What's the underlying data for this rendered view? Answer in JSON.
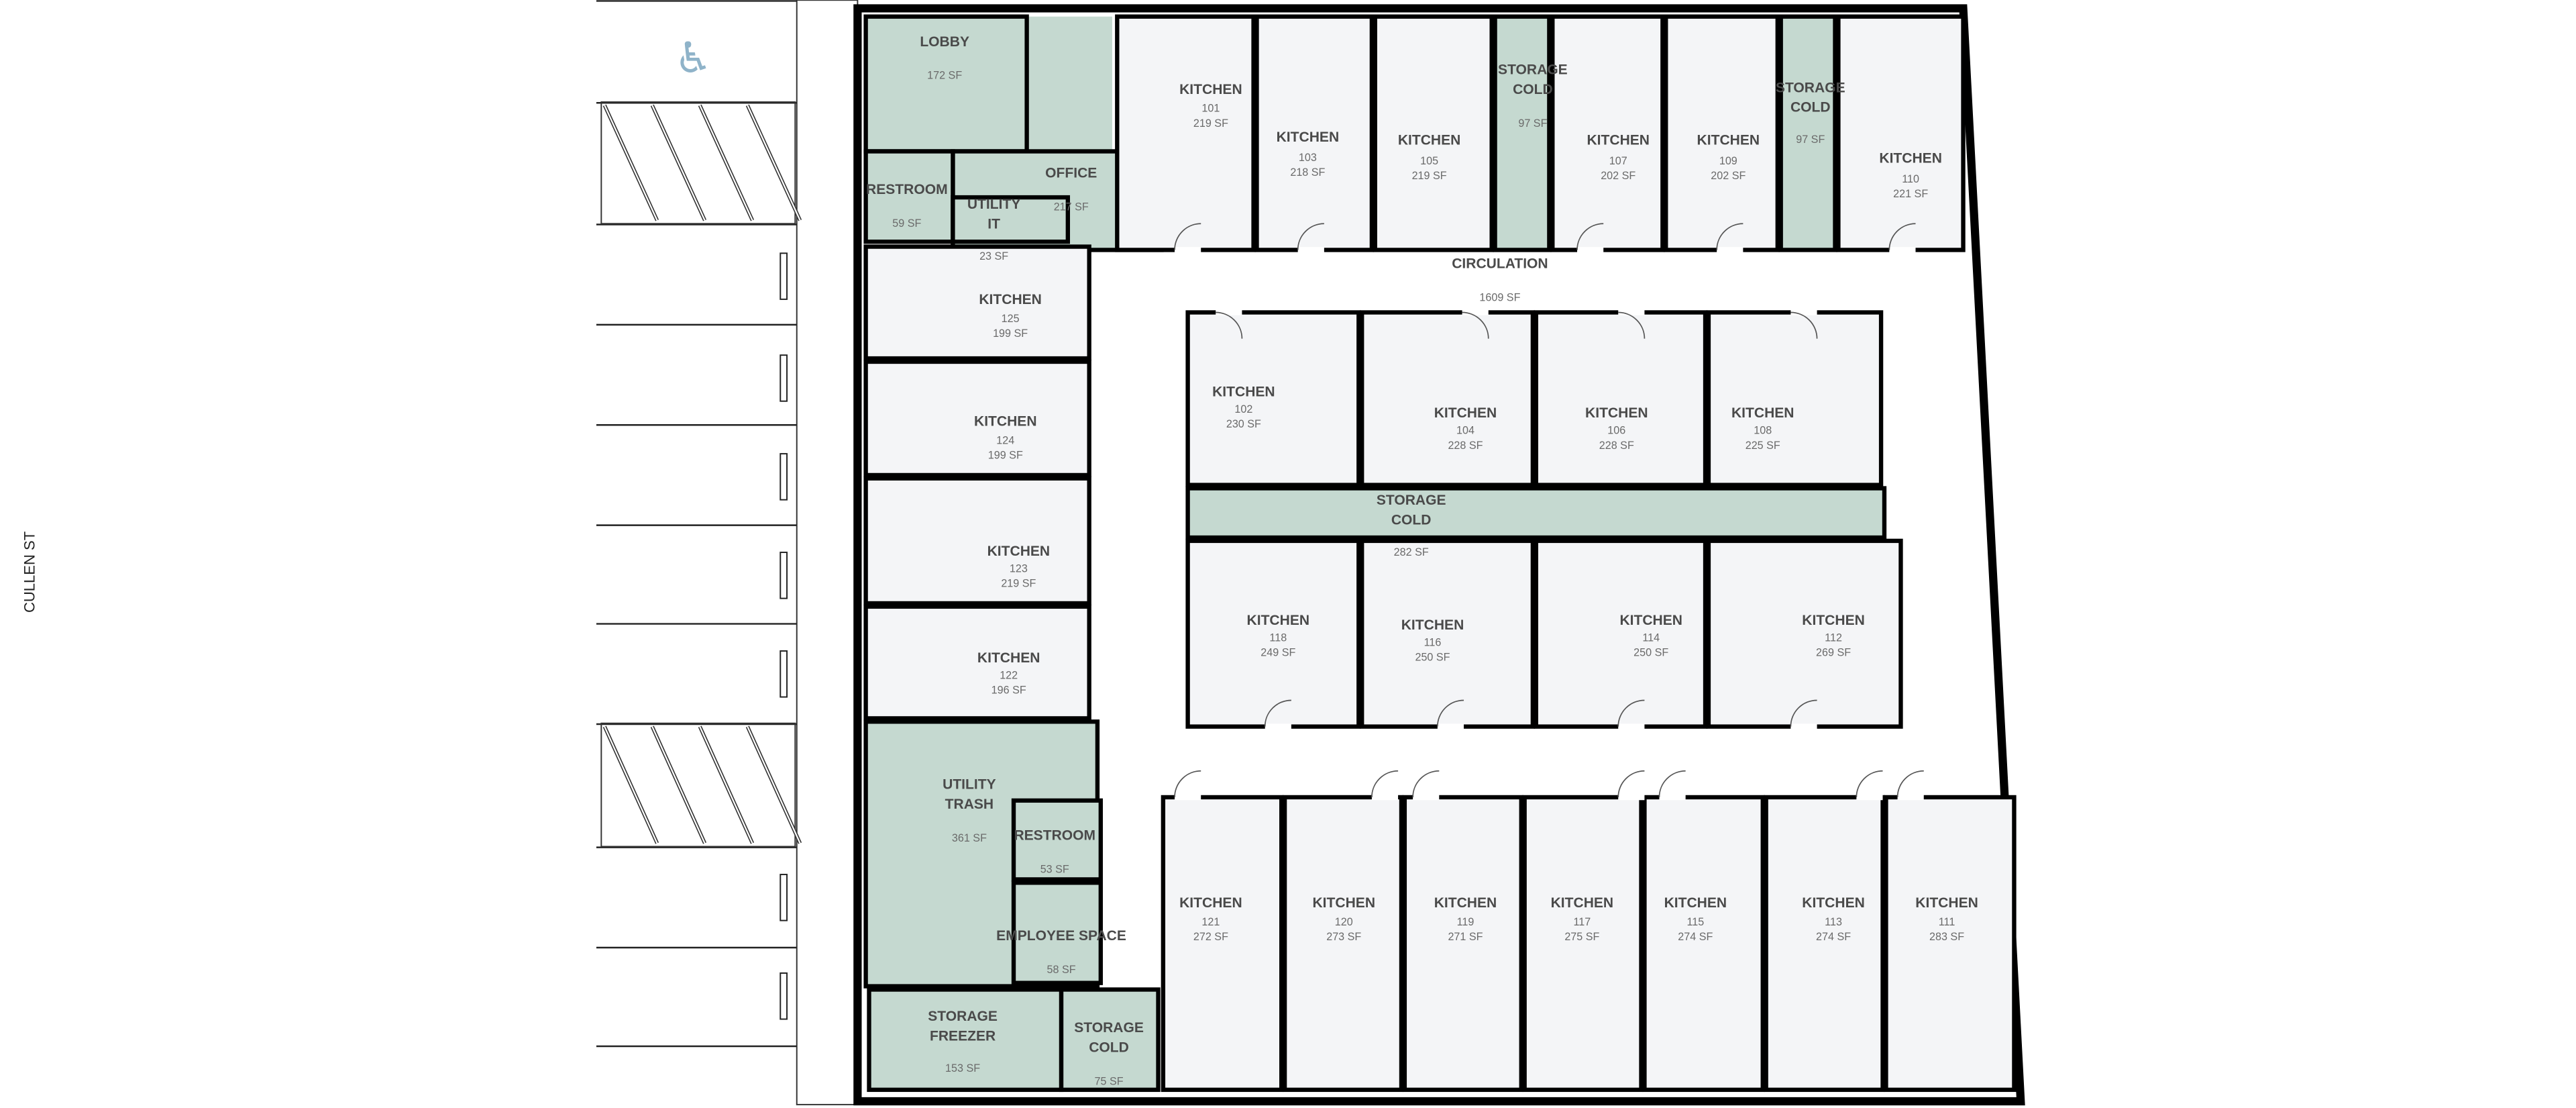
{
  "street_label": "CULLEN ST",
  "colors": {
    "support_space": "#c5d9d0",
    "kitchen": "#f4f5f7",
    "wall": "#000000",
    "text": "#4a4a4a",
    "accessible_icon": "#8fb3c9"
  },
  "icons": {
    "parking_accessible": "wheelchair-icon"
  },
  "rooms": [
    {
      "label": [
        "LOBBY"
      ],
      "number": "",
      "area": "172 SF",
      "type": "support"
    },
    {
      "label": [
        "OFFICE"
      ],
      "number": "",
      "area": "217 SF",
      "type": "support"
    },
    {
      "label": [
        "RESTROOM"
      ],
      "number": "",
      "area": "59 SF",
      "type": "support"
    },
    {
      "label": [
        "UTILITY",
        "IT"
      ],
      "number": "",
      "area": "23 SF",
      "type": "support"
    },
    {
      "label": [
        "KITCHEN"
      ],
      "number": "101",
      "area": "219 SF",
      "type": "kitchen"
    },
    {
      "label": [
        "KITCHEN"
      ],
      "number": "103",
      "area": "218 SF",
      "type": "kitchen"
    },
    {
      "label": [
        "KITCHEN"
      ],
      "number": "105",
      "area": "219 SF",
      "type": "kitchen"
    },
    {
      "label": [
        "STORAGE",
        "COLD"
      ],
      "number": "",
      "area": "97 SF",
      "type": "support"
    },
    {
      "label": [
        "KITCHEN"
      ],
      "number": "107",
      "area": "202 SF",
      "type": "kitchen"
    },
    {
      "label": [
        "KITCHEN"
      ],
      "number": "109",
      "area": "202 SF",
      "type": "kitchen"
    },
    {
      "label": [
        "STORAGE",
        "COLD"
      ],
      "number": "",
      "area": "97 SF",
      "type": "support"
    },
    {
      "label": [
        "KITCHEN"
      ],
      "number": "110",
      "area": "221 SF",
      "type": "kitchen"
    },
    {
      "label": [
        "CIRCULATION"
      ],
      "number": "",
      "area": "1609 SF",
      "type": "circulation"
    },
    {
      "label": [
        "KITCHEN"
      ],
      "number": "125",
      "area": "199 SF",
      "type": "kitchen"
    },
    {
      "label": [
        "KITCHEN"
      ],
      "number": "124",
      "area": "199 SF",
      "type": "kitchen"
    },
    {
      "label": [
        "KITCHEN"
      ],
      "number": "123",
      "area": "219 SF",
      "type": "kitchen"
    },
    {
      "label": [
        "KITCHEN"
      ],
      "number": "122",
      "area": "196 SF",
      "type": "kitchen"
    },
    {
      "label": [
        "UTILITY",
        "TRASH"
      ],
      "number": "",
      "area": "361 SF",
      "type": "support"
    },
    {
      "label": [
        "RESTROOM"
      ],
      "number": "",
      "area": "53 SF",
      "type": "support"
    },
    {
      "label": [
        "EMPLOYEE SPACE"
      ],
      "number": "",
      "area": "58 SF",
      "type": "support"
    },
    {
      "label": [
        "STORAGE",
        "FREEZER"
      ],
      "number": "",
      "area": "153 SF",
      "type": "support"
    },
    {
      "label": [
        "STORAGE",
        "COLD"
      ],
      "number": "",
      "area": "75 SF",
      "type": "support"
    },
    {
      "label": [
        "KITCHEN"
      ],
      "number": "102",
      "area": "230 SF",
      "type": "kitchen"
    },
    {
      "label": [
        "KITCHEN"
      ],
      "number": "104",
      "area": "228 SF",
      "type": "kitchen"
    },
    {
      "label": [
        "KITCHEN"
      ],
      "number": "106",
      "area": "228 SF",
      "type": "kitchen"
    },
    {
      "label": [
        "KITCHEN"
      ],
      "number": "108",
      "area": "225 SF",
      "type": "kitchen"
    },
    {
      "label": [
        "STORAGE",
        "COLD"
      ],
      "number": "",
      "area": "282 SF",
      "type": "support"
    },
    {
      "label": [
        "KITCHEN"
      ],
      "number": "118",
      "area": "249 SF",
      "type": "kitchen"
    },
    {
      "label": [
        "KITCHEN"
      ],
      "number": "116",
      "area": "250 SF",
      "type": "kitchen"
    },
    {
      "label": [
        "KITCHEN"
      ],
      "number": "114",
      "area": "250 SF",
      "type": "kitchen"
    },
    {
      "label": [
        "KITCHEN"
      ],
      "number": "112",
      "area": "269 SF",
      "type": "kitchen"
    },
    {
      "label": [
        "KITCHEN"
      ],
      "number": "121",
      "area": "272 SF",
      "type": "kitchen"
    },
    {
      "label": [
        "KITCHEN"
      ],
      "number": "120",
      "area": "273 SF",
      "type": "kitchen"
    },
    {
      "label": [
        "KITCHEN"
      ],
      "number": "119",
      "area": "271 SF",
      "type": "kitchen"
    },
    {
      "label": [
        "KITCHEN"
      ],
      "number": "117",
      "area": "275 SF",
      "type": "kitchen"
    },
    {
      "label": [
        "KITCHEN"
      ],
      "number": "115",
      "area": "274 SF",
      "type": "kitchen"
    },
    {
      "label": [
        "KITCHEN"
      ],
      "number": "113",
      "area": "274 SF",
      "type": "kitchen"
    },
    {
      "label": [
        "KITCHEN"
      ],
      "number": "111",
      "area": "283 SF",
      "type": "kitchen"
    }
  ]
}
